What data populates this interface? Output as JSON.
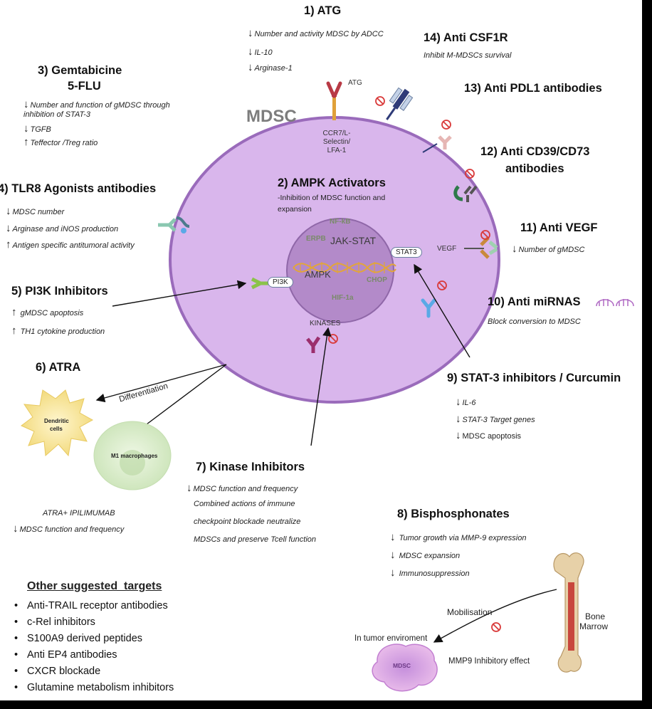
{
  "cell": {
    "title": "MDSC",
    "receptor": "CCR7/L-Selectin/ LFA-1",
    "atg_label": "ATG",
    "vegf_label": "VEGF",
    "stat3": "STAT3",
    "pi3k": "PI3K",
    "kinases": "KINASES",
    "nucleus": {
      "nfkb": "NF-kB",
      "erpb": "ERPB",
      "jakstat": "JAK-STAT",
      "ampk": "AMPK",
      "chop": "CHOP",
      "hif": "HIF-1a"
    }
  },
  "therapies": {
    "t1": {
      "title": "1) ATG",
      "items": [
        "Number and activity MDSC by ADCC",
        "IL-10",
        "Arginase-1"
      ]
    },
    "t3": {
      "title_line1": "3) Gemtabicine",
      "title_line2": "5-FLU",
      "item1_line1": "Number and function of gMDSC through",
      "item1_line2": "inhibition of  STAT-3",
      "item2": "TGFB",
      "item3": "Teffector /Treg ratio"
    },
    "t4": {
      "title": "4) TLR8 Agonists antibodies",
      "items": [
        "MDSC number",
        "Arginase and iNOS production",
        "Antigen specific antitumoral activity"
      ]
    },
    "t2": {
      "title": "2) AMPK Activators",
      "desc_line1": "-Inhibition of MDSC function and",
      "desc_line2": "expansion"
    },
    "t5": {
      "title": "5) PI3K Inhibitors",
      "items": [
        "gMDSC apoptosis",
        "TH1 cytokine production"
      ]
    },
    "t6": {
      "title": "6) ATRA",
      "differentiation": "Differentiation",
      "dendritic_line1": "Dendritic",
      "dendritic_line2": "cells",
      "m1": "M1 macrophages",
      "combo": "ATRA+ IPILIMUMAB",
      "combo_item": "MDSC function and frequency"
    },
    "t7": {
      "title": "7) Kinase Inhibitors",
      "item1": "MDSC function and frequency",
      "lines": [
        "Combined actions of immune",
        "checkpoint blockade neutralize",
        "MDSCs and preserve Tcell function"
      ]
    },
    "t8": {
      "title": "8) Bisphosphonates",
      "items": [
        "Tumor growth via MMP-9 expression",
        "MDSC expansion",
        "Immunosuppression"
      ]
    },
    "t9": {
      "title": "9) STAT-3 inhibitors / Curcumin",
      "items": [
        "IL-6",
        "STAT-3 Target genes",
        "MDSC apoptosis"
      ]
    },
    "t10": {
      "title": "10) Anti miRNAS",
      "desc": "Block conversion to MDSC"
    },
    "t11": {
      "title": "11) Anti VEGF",
      "item": "Number of gMDSC"
    },
    "t12": {
      "title_line1": "12) Anti CD39/CD73",
      "title_line2": "antibodies"
    },
    "t13": {
      "title": "13) Anti PDL1 antibodies"
    },
    "t14": {
      "title": "14) Anti CSF1R",
      "desc": "Inhibit M-MDSCs survival"
    }
  },
  "bone": {
    "mobilisation": "Mobilisation",
    "bone_line1": "Bone",
    "bone_line2": "Marrow",
    "tumor_env": "In tumor enviroment",
    "mmp9": "MMP9 Inhibitory effect",
    "small_cell": "MDSC"
  },
  "other": {
    "heading": "Other suggested  targets",
    "items": [
      "Anti-TRAIL receptor antibodies",
      "c-Rel inhibitors",
      "S100A9 derived peptides",
      "Anti EP4 antibodies",
      "CXCR blockade",
      "Glutamine metabolism inhibitors"
    ]
  },
  "icons": {
    "down_arrow": "↓",
    "up_arrow": "↑",
    "inhibit": "prohibited-sign"
  },
  "colors": {
    "cell_fill": "#d9b6ec",
    "cell_stroke": "#9a6bbb",
    "nucleus_fill": "#b38ac9",
    "mdsc_title": "#7d7d7d",
    "inhibit_red": "#d93a3a"
  }
}
